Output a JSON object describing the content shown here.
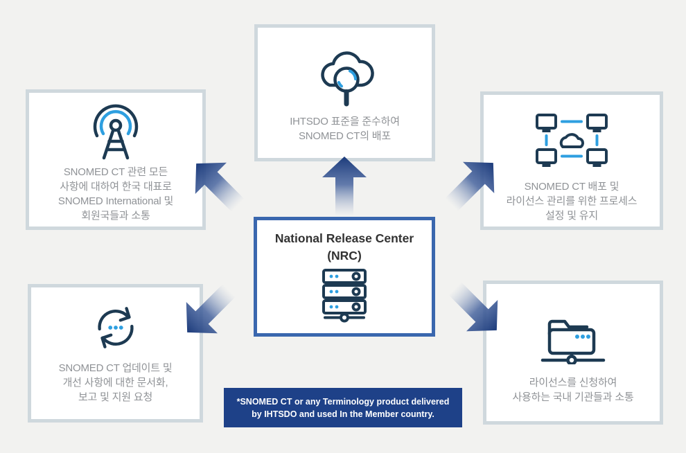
{
  "colors": {
    "background": "#f2f2f0",
    "box_border": "#cfd8dd",
    "center_border": "#3a67ae",
    "icon_navy": "#1d3a52",
    "icon_blue": "#2e9fe0",
    "arrow_navy": "#1c3b7b",
    "text_gray": "#8f9296",
    "banner_bg": "#1e4188",
    "banner_text": "#ffffff"
  },
  "center": {
    "title_line1": "National Release Center",
    "title_line2": "(NRC)",
    "icon": "server-stack-icon"
  },
  "nodes": {
    "top": {
      "icon": "cloud-search-icon",
      "lines": [
        "IHTSDO 표준을 준수하여",
        "SNOMED CT의 배포"
      ]
    },
    "left_top": {
      "icon": "broadcast-antenna-icon",
      "lines": [
        "SNOMED CT 관련 모든",
        "사항에 대하여 한국 대표로",
        "SNOMED International 및",
        "회원국들과 소통"
      ]
    },
    "right_top": {
      "icon": "network-monitors-icon",
      "lines": [
        "SNOMED CT 배포 및",
        "라이선스 관리를 위한 프로세스",
        "설정 및 유지"
      ]
    },
    "left_bottom": {
      "icon": "sync-arrows-icon",
      "lines": [
        "SNOMED CT 업데이트 및",
        "개선 사항에 대한 문서화,",
        "보고 및 지원 요청"
      ]
    },
    "right_bottom": {
      "icon": "network-folder-icon",
      "lines": [
        "라이선스를 신청하여",
        "사용하는 국내 기관들과 소통"
      ]
    }
  },
  "footnote": {
    "line1": "*SNOMED CT or any Terminology product delivered",
    "line2": "by IHTSDO and used In the Member country."
  }
}
